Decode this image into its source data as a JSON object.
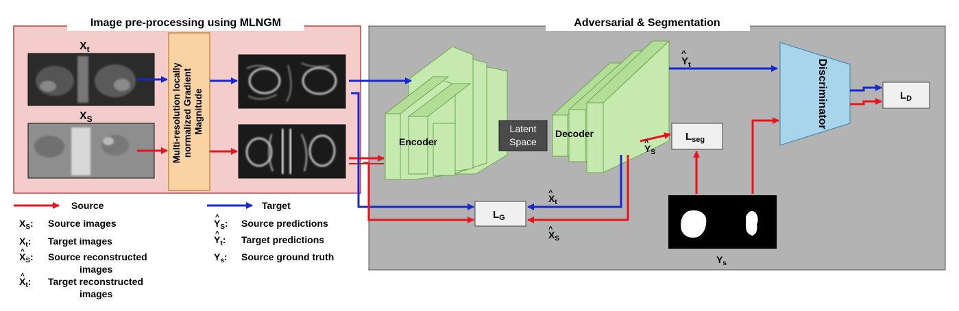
{
  "preprocessing": {
    "title": "Image pre-processing using MLNGM",
    "mlngm_box": "Multi-resolution locally normalized Gradient Magnitude",
    "xt_label": "X",
    "xt_sub": "t",
    "xs_label": "X",
    "xs_sub": "S"
  },
  "adversarial": {
    "title": "Adversarial & Segmentation",
    "encoder": "Encoder",
    "latent_line1": "Latent",
    "latent_line2": "Space",
    "decoder": "Decoder",
    "discriminator": "Discriminator",
    "yt_hat": "Y",
    "yt_hat_sub": "t",
    "ys_hat": "Y",
    "ys_hat_sub": "S",
    "xt_hat": "X",
    "xt_hat_sub": "t",
    "xs_hat": "X",
    "xs_hat_sub": "S",
    "lseg": "L",
    "lseg_sub": "seg",
    "lg": "L",
    "lg_sub": "G",
    "ld": "L",
    "ld_sub": "D",
    "ys_label": "Y",
    "ys_sub": "s"
  },
  "legend": {
    "source": "Source",
    "target": "Target",
    "rows_left": [
      {
        "sym": "X",
        "sub": "S",
        "hat": false,
        "desc": "Source images"
      },
      {
        "sym": "X",
        "sub": "t",
        "hat": false,
        "desc": "Target images"
      },
      {
        "sym": "X",
        "sub": "S",
        "hat": true,
        "desc": "Source reconstructed images"
      },
      {
        "sym": "X",
        "sub": "t",
        "hat": true,
        "desc": "Target reconstructed images"
      }
    ],
    "rows_right": [
      {
        "sym": "Y",
        "sub": "S",
        "hat": true,
        "desc": "Source predictions"
      },
      {
        "sym": "Y",
        "sub": "t",
        "hat": true,
        "desc": "Target predictions"
      },
      {
        "sym": "Y",
        "sub": "s",
        "hat": false,
        "desc": "Source ground truth"
      }
    ]
  },
  "colors": {
    "source_arrow": "#e8141b",
    "target_arrow": "#1428d2",
    "preproc_bg": "#f5cccc",
    "adversarial_bg": "#b3b3b3",
    "mlngm_fill": "#f9d3a3",
    "encoder_fill": "#c6e9b0",
    "discriminator_fill": "#a8d5ec",
    "latent_fill": "#4a4a4a"
  }
}
